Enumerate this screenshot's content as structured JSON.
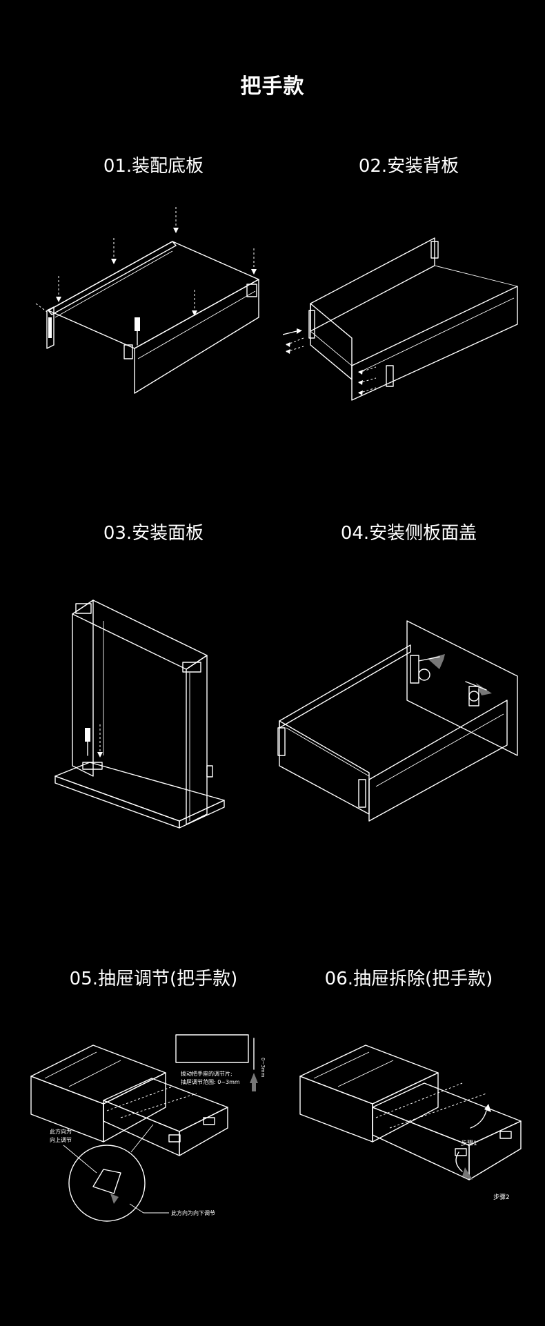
{
  "page": {
    "title": "把手款",
    "colors": {
      "background": "#000000",
      "text": "#ffffff",
      "accent": "#bbbbbb"
    }
  },
  "steps": [
    {
      "title": "01.装配底板"
    },
    {
      "title": "02.安装背板"
    },
    {
      "title": "03.安装面板"
    },
    {
      "title": "04.安装侧板面盖"
    },
    {
      "title": "05.抽屉调节(把手款)"
    },
    {
      "title": "06.抽屉拆除(把手款)"
    }
  ],
  "step5": {
    "note_line1": "拨动把手座的调节片;",
    "note_line2": "抽屉调节范围: 0~3mm",
    "range_label": "0~3mm",
    "up_line1": "此方向为",
    "up_line2": "向上调节",
    "down_label": "此方向为向下调节"
  },
  "step6": {
    "step1_label": "步骤1",
    "step2_label": "步骤2"
  }
}
